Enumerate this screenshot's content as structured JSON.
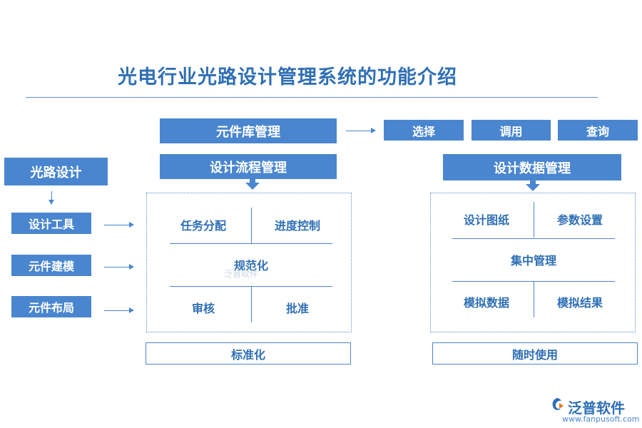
{
  "title": "光电行业光路设计管理系统的功能介绍",
  "left": {
    "header": "光路设计",
    "items": [
      "设计工具",
      "元件建模",
      "元件布局"
    ]
  },
  "library": {
    "label": "元件库管理",
    "actions": [
      "选择",
      "调用",
      "查询"
    ]
  },
  "process": {
    "label": "设计流程管理",
    "cells": [
      "任务分配",
      "进度控制",
      "规范化",
      "审核",
      "批准"
    ],
    "footer": "标准化"
  },
  "data_mgmt": {
    "label": "设计数据管理",
    "cells": [
      "设计图纸",
      "参数设置",
      "集中管理",
      "模拟数据",
      "模拟结果"
    ],
    "footer": "随时使用"
  },
  "watermark": "泛普软件",
  "logo": {
    "name": "泛普软件",
    "url": "www.fanpusoft.com"
  },
  "colors": {
    "primary": "#4a86cf",
    "text": "#2f6fb5"
  }
}
